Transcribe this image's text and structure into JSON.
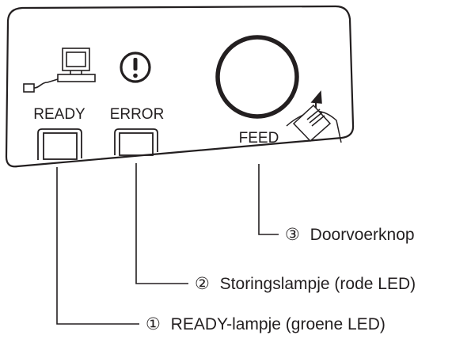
{
  "panel": {
    "ready_label": "READY",
    "error_label": "ERROR",
    "feed_label": "FEED"
  },
  "icons": {
    "ready": "computer-icon",
    "error": "exclamation-icon",
    "feed": "paper-feed-icon"
  },
  "callouts": [
    {
      "marker": "③",
      "text": "Doorvoerknop"
    },
    {
      "marker": "②",
      "text": "Storingslampje (rode LED)"
    },
    {
      "marker": "①",
      "text": "READY-lampje (groene LED)"
    }
  ]
}
